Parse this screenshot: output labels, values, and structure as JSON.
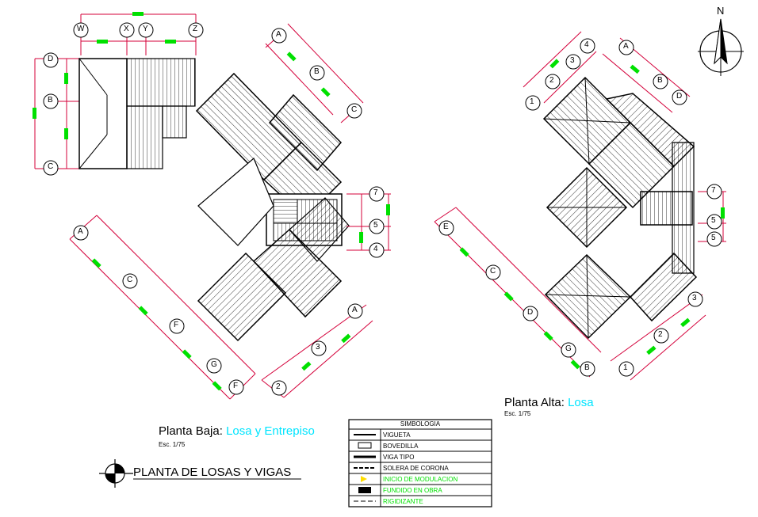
{
  "colors": {
    "dim": "#d4003a",
    "green": "#00e000",
    "cyan": "#00e5ff",
    "ink": "#000000",
    "yellow": "#ffdd00"
  },
  "plan_baja": {
    "title_main": "Planta Baja:",
    "title_accent": "Losa y Entrepiso",
    "scale": "Esc. 1/75"
  },
  "plan_alta": {
    "title_main": "Planta Alta:",
    "title_accent": "Losa",
    "scale": "Esc. 1/75"
  },
  "sheet_title": "PLANTA DE LOSAS Y VIGAS",
  "north_label": "N",
  "top_axes": [
    "W",
    "X",
    "Y",
    "Z"
  ],
  "left_axes": [
    "D",
    "B",
    "C"
  ],
  "ground_diag_top_axes": [
    "A",
    "B",
    "C"
  ],
  "ground_diag_bottom_axes": [
    "A",
    "C",
    "F",
    "G",
    "F"
  ],
  "ground_right_axes": [
    "7",
    "5",
    "4"
  ],
  "ground_lower_right_axes": [
    "A",
    "3",
    "2"
  ],
  "upper_top_axes": [
    "1",
    "2",
    "3",
    "4"
  ],
  "upper_top_right_axes": [
    "A",
    "B",
    "D"
  ],
  "upper_right_axes": [
    "7",
    "5",
    "5"
  ],
  "upper_left_axes": [
    "E",
    "C",
    "D",
    "G",
    "B"
  ],
  "upper_lower_right_axes": [
    "3",
    "2",
    "1"
  ],
  "legend": {
    "header": "SIMBOLOGIA",
    "rows": [
      {
        "label": "VIGUETA",
        "color": "#000000"
      },
      {
        "label": "BOVEDILLA",
        "color": "#000000"
      },
      {
        "label": "VIGA TIPO",
        "color": "#000000"
      },
      {
        "label": "SOLERA DE CORONA",
        "color": "#000000"
      },
      {
        "label": "INICIO DE MODULACION",
        "color": "#00e000"
      },
      {
        "label": "FUNDIDO EN OBRA",
        "color": "#00e000"
      },
      {
        "label": "RIGIDIZANTE",
        "color": "#00e000"
      }
    ]
  }
}
